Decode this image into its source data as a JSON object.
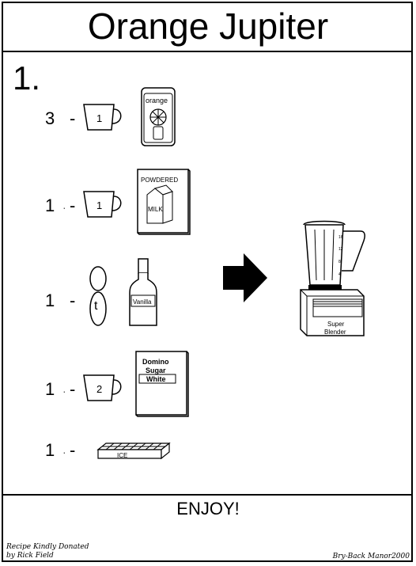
{
  "title": "Orange Jupiter",
  "step_number": "1.",
  "ingredients": [
    {
      "quantity": "3",
      "dash": "-",
      "cup_measure": "1",
      "package_label": "orange"
    },
    {
      "quantity": "1",
      "dash": "-",
      "cup_measure": "1",
      "package_label_top": "POWDERED",
      "package_label_side": "MILK"
    },
    {
      "quantity": "1",
      "dash": "-",
      "spoon_measure": "t",
      "bottle_label": "Vanilla"
    },
    {
      "quantity": "1",
      "dash": "-",
      "cup_measure": "2",
      "box_label_line1": "Domino",
      "box_label_line2": "Sugar",
      "box_label_line3": "White"
    },
    {
      "quantity": "1",
      "dash": "-",
      "tray_label": "ICE"
    }
  ],
  "blender": {
    "label_line1": "Super",
    "label_line2": "Blender",
    "markings": [
      "16",
      "12",
      "8",
      "4"
    ]
  },
  "footer_text": "ENJOY!",
  "credit_left_line1": "Recipe Kindly Donated",
  "credit_left_line2": "by Rick Field",
  "credit_right": "Bry-Back Manor2000",
  "icons": {
    "arrow": "right-arrow-icon",
    "blender": "blender-icon"
  }
}
